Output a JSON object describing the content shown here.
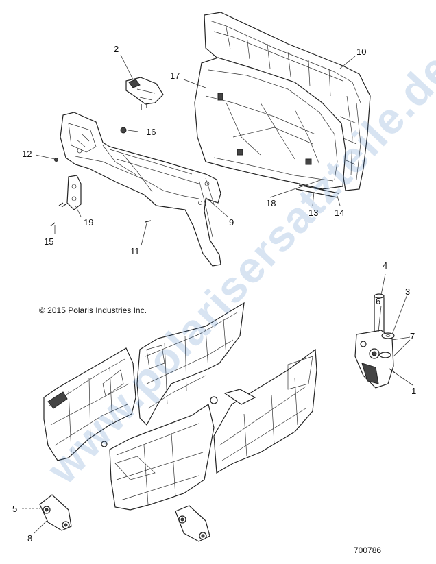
{
  "copyright": "© 2015 Polaris Industries Inc.",
  "drawing_number": "700786",
  "watermark": "www.polarisersatzteile.de",
  "callouts": {
    "c1": "1",
    "c2": "2",
    "c3": "3",
    "c4": "4",
    "c5": "5",
    "c6": "6",
    "c7": "7",
    "c8": "8",
    "c9": "9",
    "c10": "10",
    "c11": "11",
    "c12": "12",
    "c13": "13",
    "c14": "14",
    "c15": "15",
    "c16": "16",
    "c17": "17",
    "c18": "18",
    "c19": "19"
  }
}
